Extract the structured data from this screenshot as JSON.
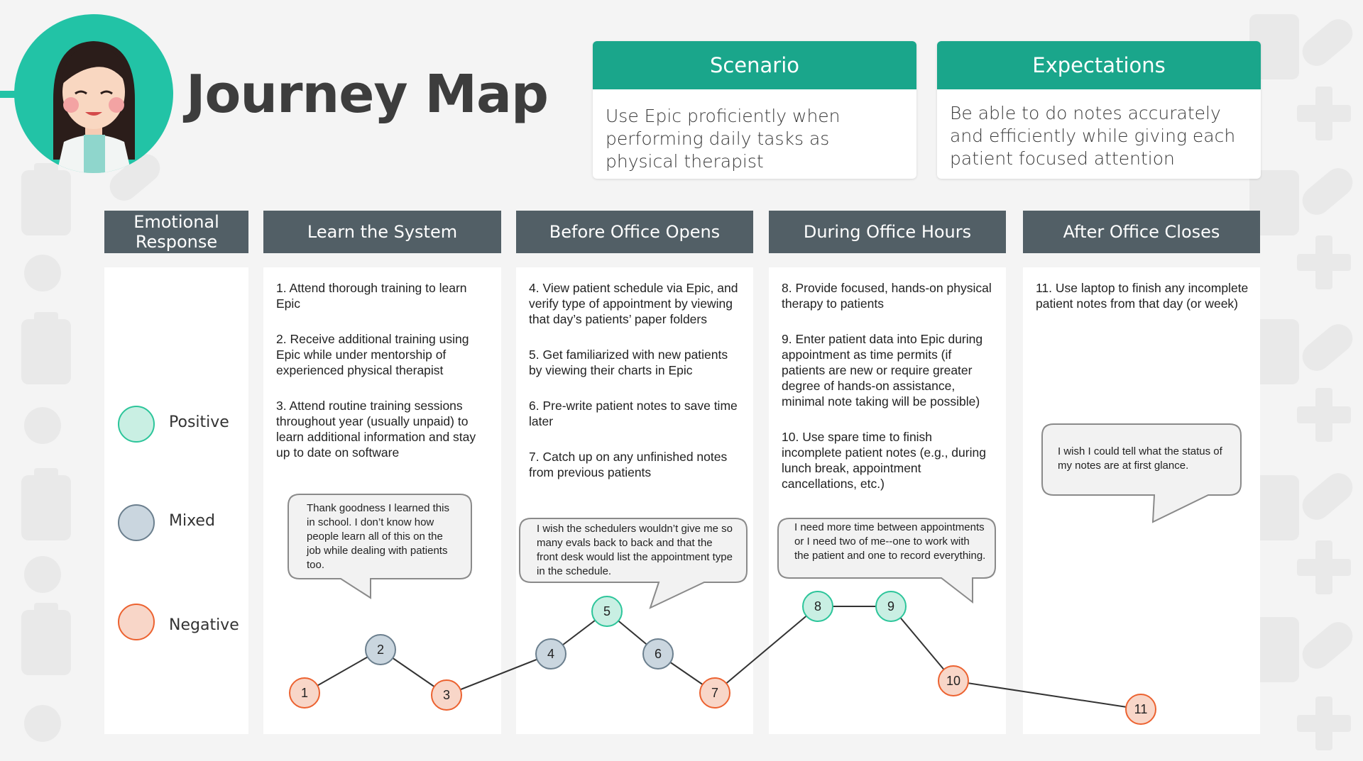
{
  "header": {
    "title": "Journey Map"
  },
  "scenario": {
    "title": "Scenario",
    "text": "Use Epic proficiently when performing daily tasks as physical therapist"
  },
  "expectations": {
    "title": "Expectations",
    "text": "Be able to do notes accurately and efficiently while giving each patient focused attention"
  },
  "columns": {
    "emotional": "Emotional Response",
    "learn": "Learn the System",
    "before": "Before Office Opens",
    "during": "During Office Hours",
    "after": "After Office Closes"
  },
  "legend": {
    "positive": "Positive",
    "mixed": "Mixed",
    "negative": "Negative"
  },
  "steps": {
    "learn": [
      "1.  Attend thorough training to learn Epic",
      "2.  Receive additional training using Epic while under mentorship of experienced physical therapist",
      "3.  Attend routine training sessions throughout year (usually unpaid) to learn additional information and stay up to date on software"
    ],
    "before": [
      "4.  View patient schedule via Epic, and verify type of appointment by viewing that day’s patients’ paper folders",
      "5.  Get familiarized with new patients by viewing their charts in Epic",
      "6.  Pre-write patient notes to save time later",
      "7.  Catch up on any unfinished notes from previous patients"
    ],
    "during": [
      "8. Provide focused, hands-on physical therapy to patients",
      "9. Enter patient data into Epic during appointment as time permits (if patients are new or require greater degree of hands-on assistance, minimal note taking will be possible)",
      "10. Use spare time to finish incomplete patient notes (e.g., during lunch break, appointment cancellations, etc.)"
    ],
    "after": [
      "11. Use laptop to finish any incomplete patient notes from that day (or week)"
    ]
  },
  "quotes": {
    "learn": "Thank goodness I learned this in school. I don’t know how people learn all of this on the job while dealing with patients too.",
    "before": "I wish the schedulers wouldn’t give me so many evals back to back and that the front desk would list the appointment type in the schedule.",
    "during": "I need more time between appointments or I need two of me--one to work with the patient and one to record everything.",
    "after": "I wish I could tell what the status of my notes are at first glance."
  },
  "colors": {
    "positive_fill": "#c9efe3",
    "positive_stroke": "#2cc59a",
    "mixed_fill": "#cad6df",
    "mixed_stroke": "#6b7f8e",
    "negative_fill": "#f8d6c8",
    "negative_stroke": "#ec6230",
    "teal": "#1aa68b",
    "header_gray": "#525f66"
  },
  "journey_points": [
    {
      "label": "1",
      "sentiment": "negative"
    },
    {
      "label": "2",
      "sentiment": "mixed"
    },
    {
      "label": "3",
      "sentiment": "negative"
    },
    {
      "label": "4",
      "sentiment": "mixed"
    },
    {
      "label": "5",
      "sentiment": "positive"
    },
    {
      "label": "6",
      "sentiment": "mixed"
    },
    {
      "label": "7",
      "sentiment": "negative"
    },
    {
      "label": "8",
      "sentiment": "positive"
    },
    {
      "label": "9",
      "sentiment": "positive"
    },
    {
      "label": "10",
      "sentiment": "negative"
    },
    {
      "label": "11",
      "sentiment": "negative"
    }
  ]
}
